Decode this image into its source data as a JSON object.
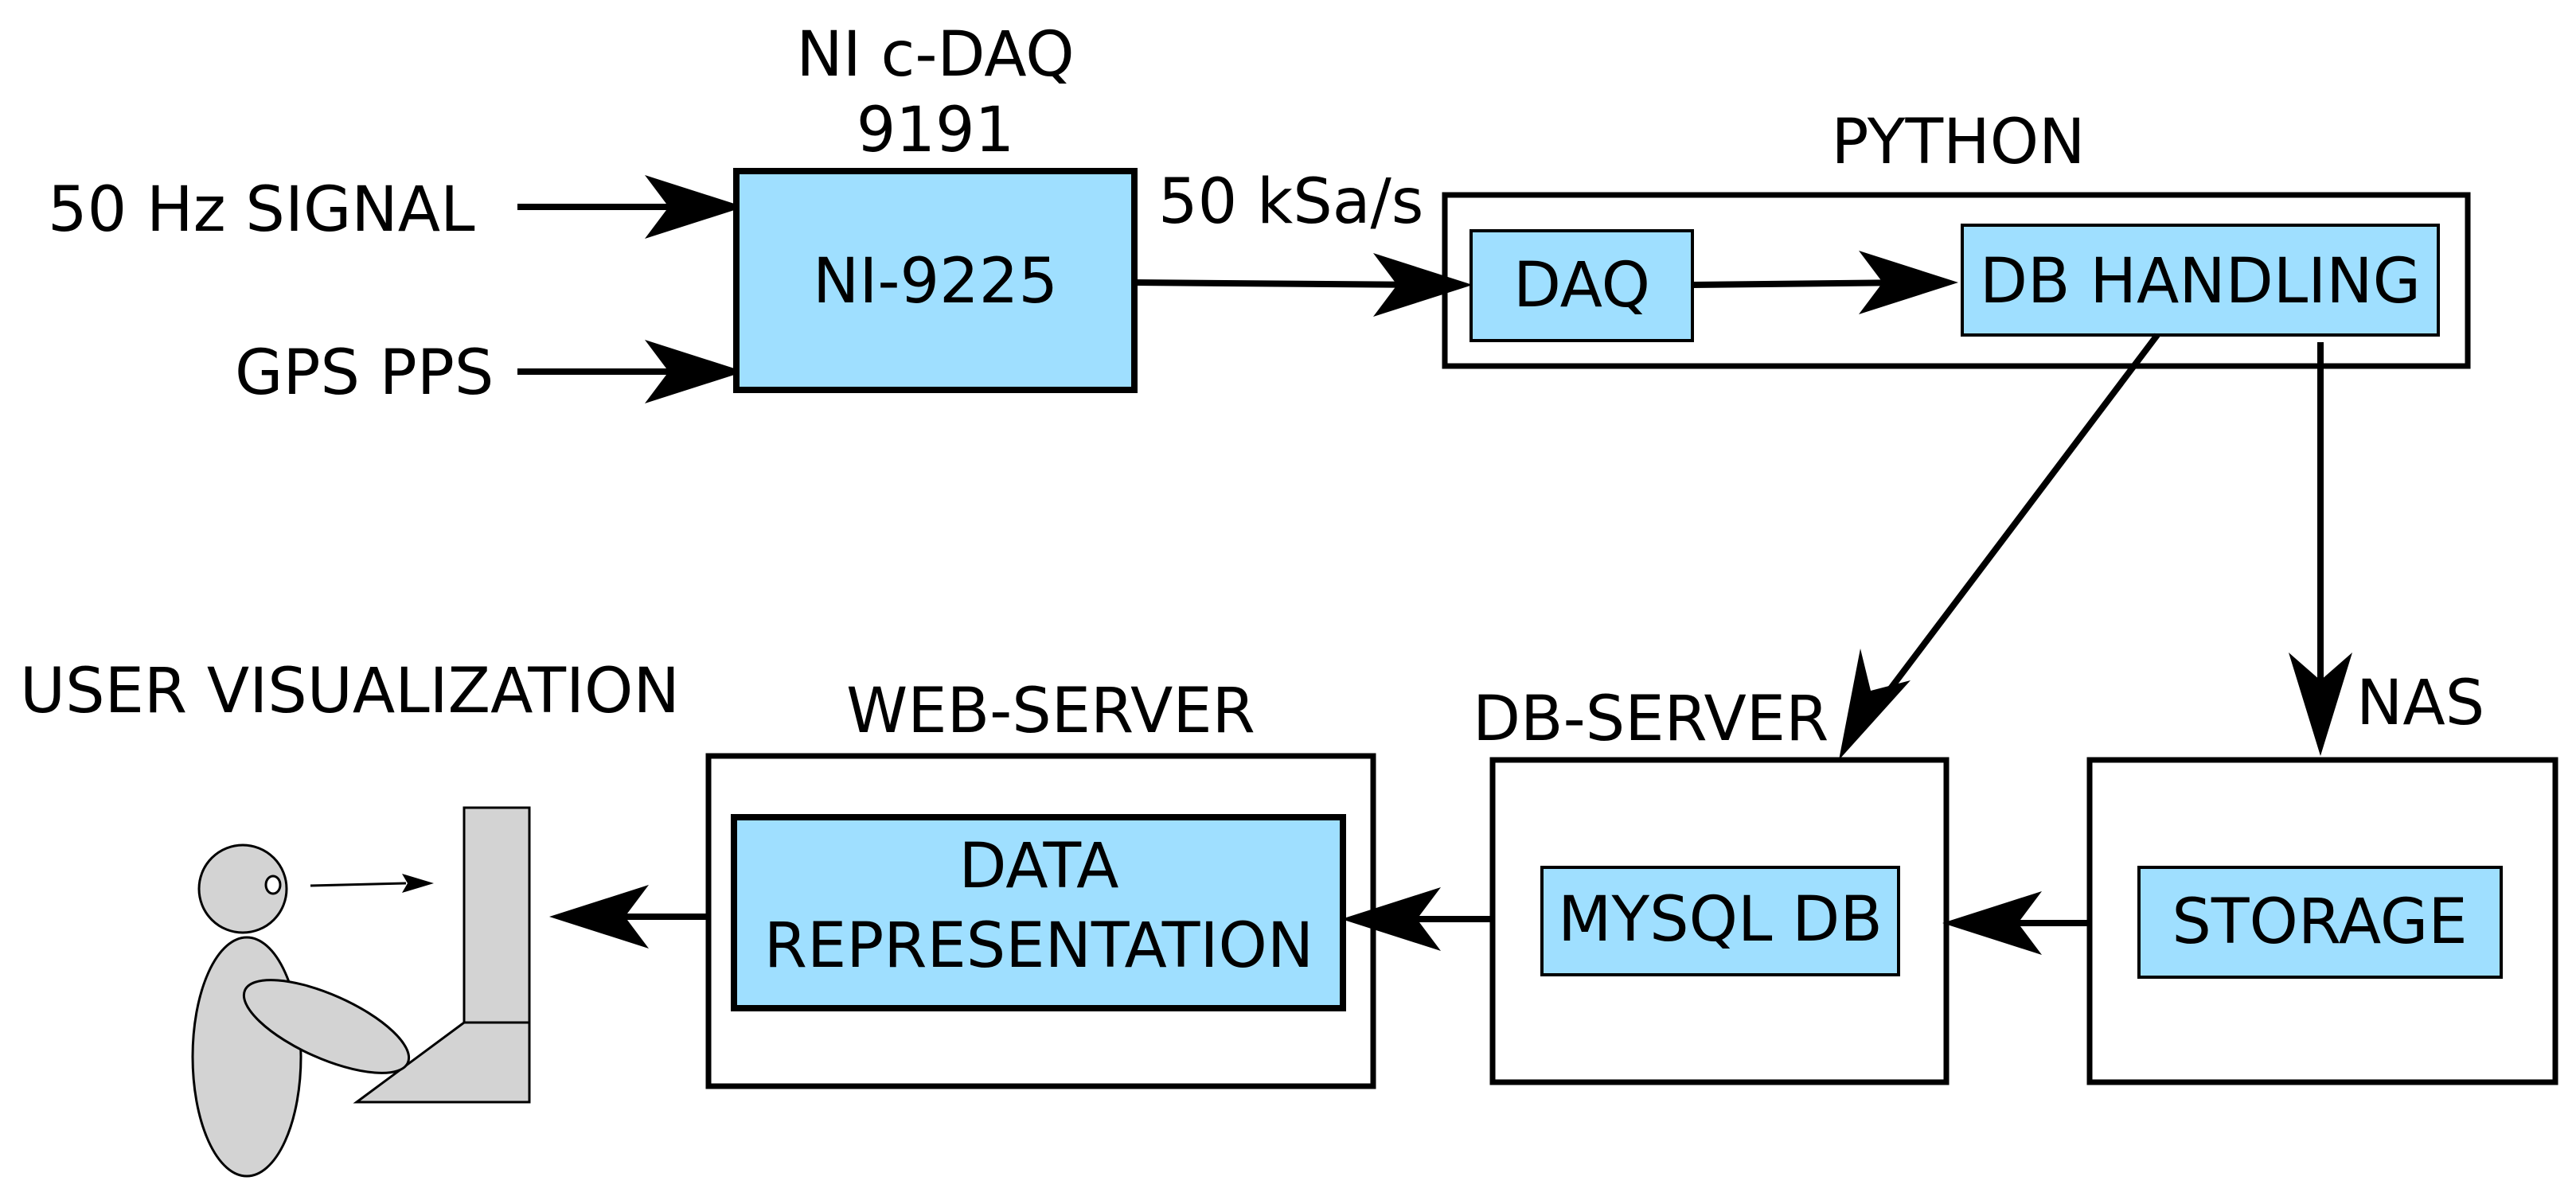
{
  "colors": {
    "box_fill": "#9fdfff",
    "person_fill": "#d3d3d3",
    "line": "#000000"
  },
  "inputs": {
    "signal": "50 Hz  SIGNAL",
    "gps": "GPS PPS"
  },
  "daq_unit": {
    "title_line1": "NI c-DAQ",
    "title_line2": "9191",
    "module": "NI-9225"
  },
  "rate_label": "50 kSa/s",
  "python": {
    "title": "PYTHON",
    "daq": "DAQ",
    "db_handling": "DB HANDLING"
  },
  "nas": {
    "title": "NAS",
    "storage": "STORAGE"
  },
  "db_server": {
    "title": "DB-SERVER",
    "mysql": "MYSQL DB"
  },
  "web_server": {
    "title": "WEB-SERVER",
    "data_line1": "DATA",
    "data_line2": "REPRESENTATION"
  },
  "user": {
    "title": "USER VISUALIZATION"
  }
}
